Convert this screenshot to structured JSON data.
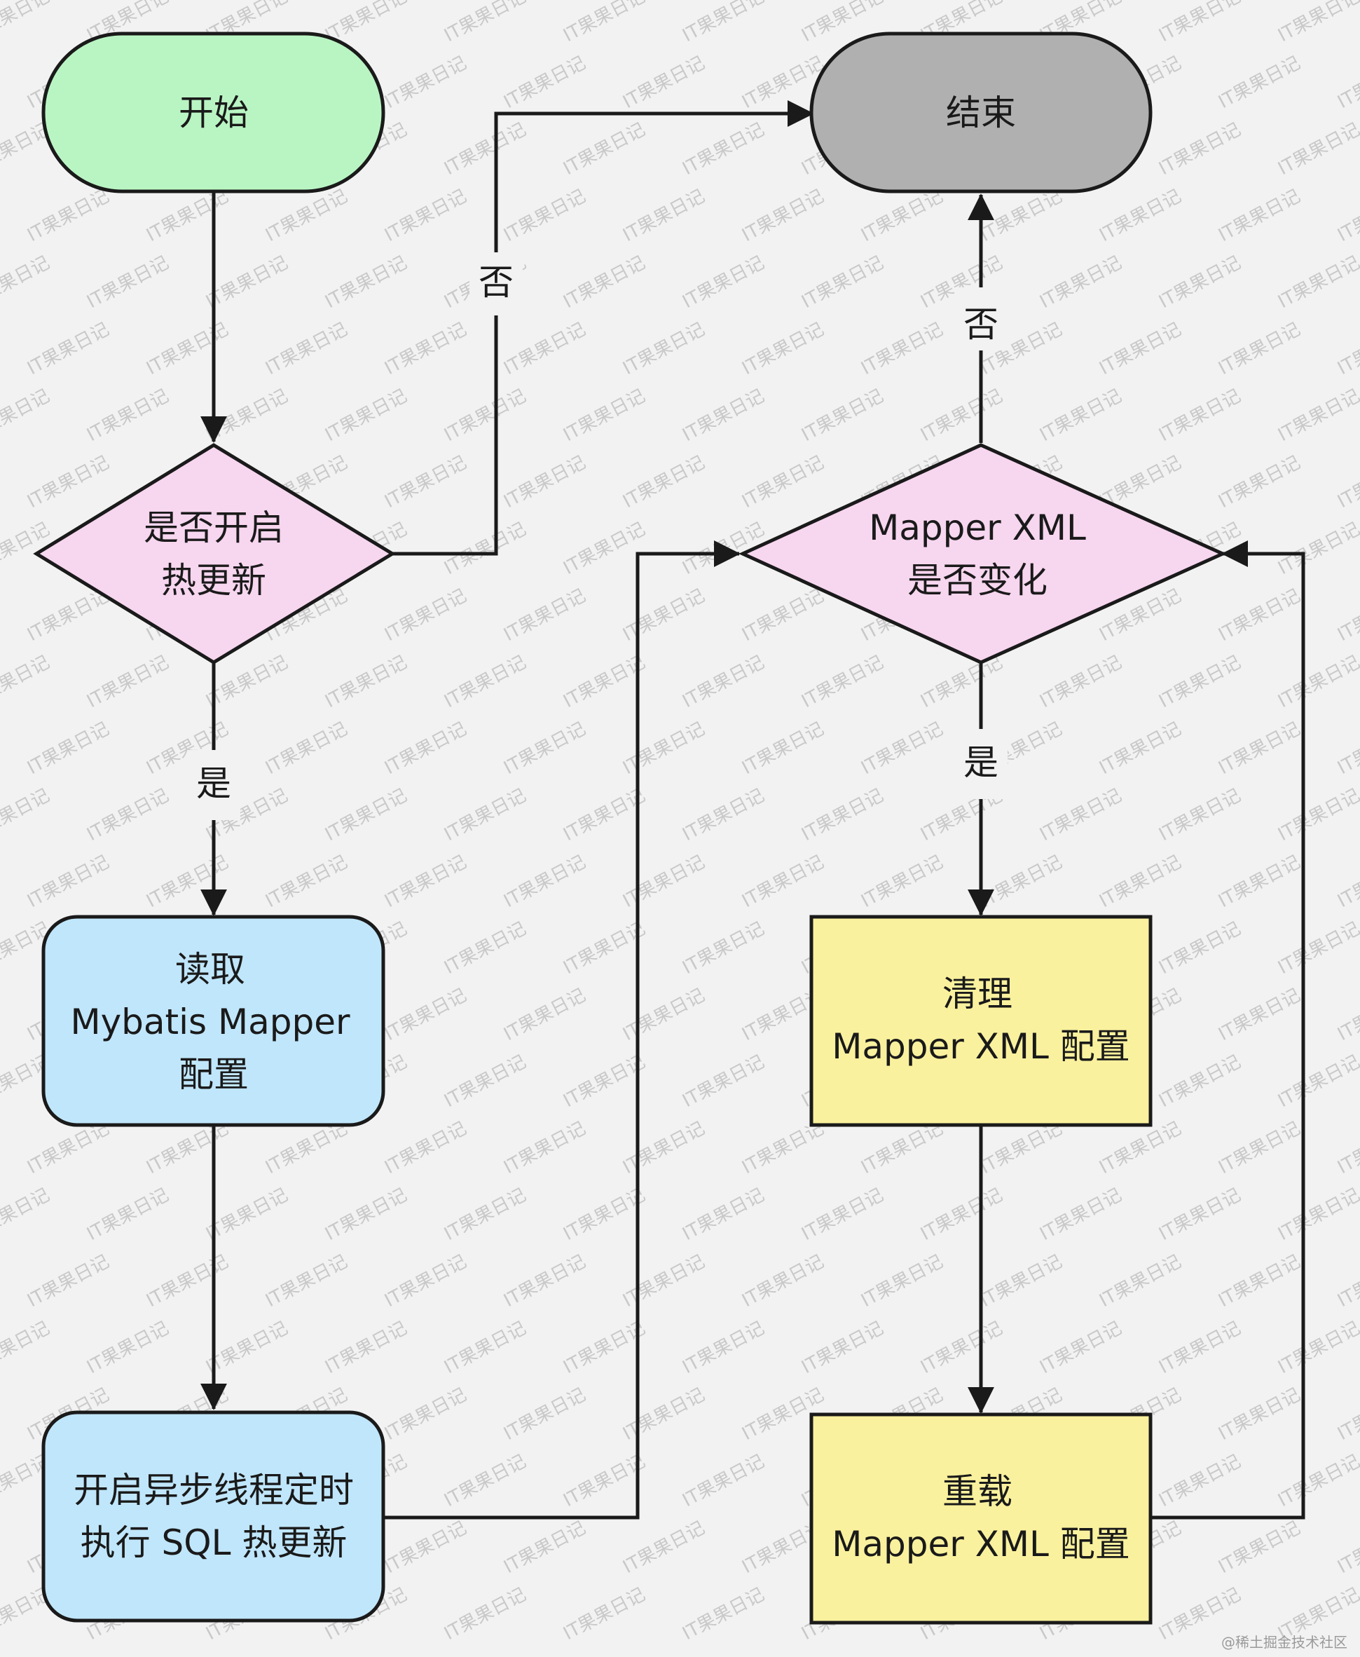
{
  "nodes": {
    "start": {
      "lines": [
        "开始"
      ]
    },
    "end": {
      "lines": [
        "结束"
      ]
    },
    "decision_hot_update": {
      "lines": [
        "是否开启",
        "热更新"
      ]
    },
    "decision_xml_changed": {
      "lines": [
        "Mapper XML",
        "是否变化"
      ]
    },
    "read_config": {
      "lines": [
        "读取",
        "Mybatis Mapper",
        "配置"
      ]
    },
    "async_thread": {
      "lines": [
        "开启异步线程定时",
        "执行 SQL 热更新"
      ]
    },
    "clear_config": {
      "lines": [
        "清理",
        "Mapper XML 配置"
      ]
    },
    "reload_config": {
      "lines": [
        "重载",
        "Mapper XML 配置"
      ]
    }
  },
  "edge_labels": {
    "hot_no": "否",
    "hot_yes": "是",
    "xml_no": "否",
    "xml_yes": "是"
  },
  "watermark": "IT果果日记",
  "credit": "@稀土掘金技术社区",
  "colors": {
    "start_fill": "#b9f5c3",
    "end_fill": "#b0b0b0",
    "decision_fill": "#f7d6ef",
    "process_blue_fill": "#c0e6fb",
    "process_yellow_fill": "#faf19e",
    "stroke": "#1a1a1a"
  }
}
